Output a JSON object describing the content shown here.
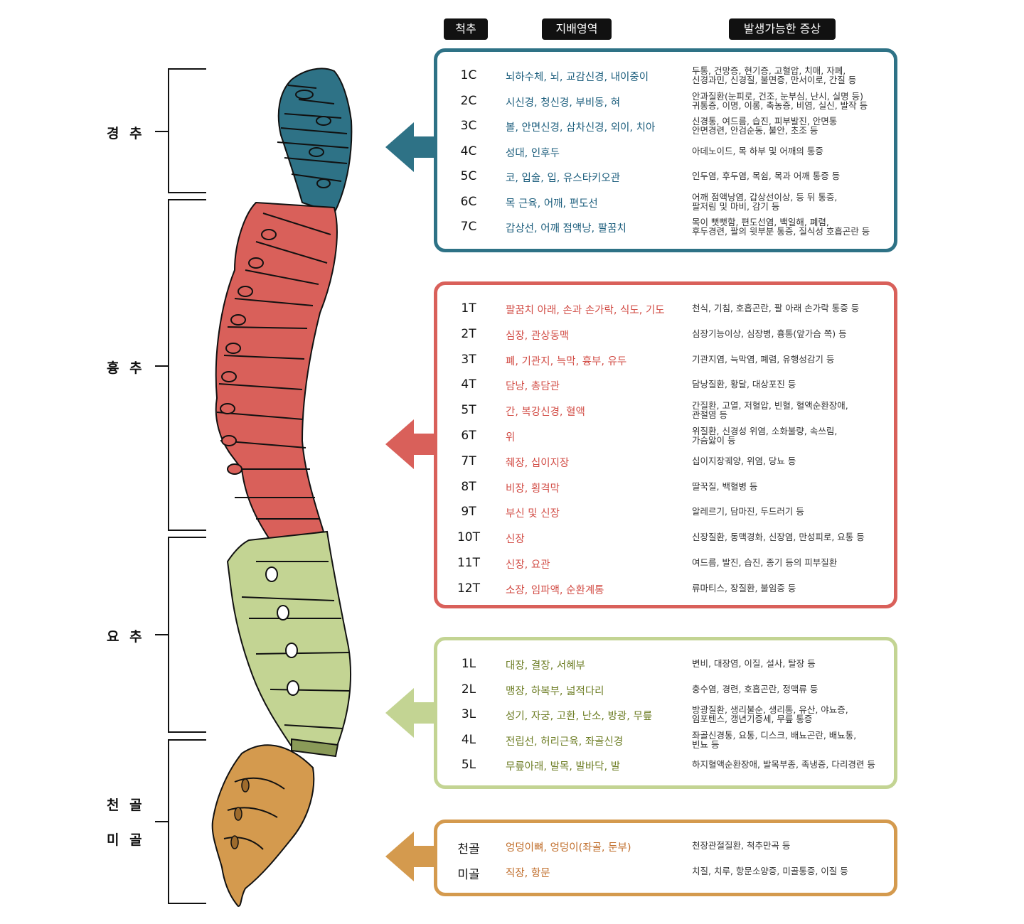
{
  "headers": {
    "spine": "척추",
    "area": "지배영역",
    "symptoms": "발생가능한 증상"
  },
  "region_labels": {
    "cervical": "경 추",
    "thoracic": "흉 추",
    "lumbar": "요 추",
    "sacrum": "천 골",
    "coccyx": "미 골"
  },
  "colors": {
    "cervical": "#2e7286",
    "thoracic": "#d9605a",
    "lumbar": "#c3d493",
    "sacral": "#d49a4e",
    "cervical_text": "#1b5d7c",
    "thoracic_text": "#d24d46",
    "lumbar_text": "#6d7d24",
    "sacral_text": "#c06d2a"
  },
  "panels": {
    "cervical": [
      {
        "code": "1C",
        "area": "뇌하수체, 뇌, 교감신경, 내이중이",
        "symptoms": "두통, 건망증, 현기증, 고혈압, 치매, 자폐,\n신경과민, 신경질, 불면증, 만서이로, 간질 등"
      },
      {
        "code": "2C",
        "area": "시신경, 청신경, 부비동, 혀",
        "symptoms": "안과질환(눈피로, 건조, 눈부심, 난시, 실명 등)\n귀통증, 이명, 이롱, 축농증, 비염, 실신, 발작 등"
      },
      {
        "code": "3C",
        "area": "볼, 안면신경, 삼차신경, 외이, 치아",
        "symptoms": "신경통, 여드름, 습진, 피부발진, 안면통\n안면경련, 안검순동, 불안, 초조 등"
      },
      {
        "code": "4C",
        "area": "성대, 인후두",
        "symptoms": "아데노이드, 목 하부 및 어깨의 통증"
      },
      {
        "code": "5C",
        "area": "코, 입술, 입, 유스타키오관",
        "symptoms": "인두염, 후두염, 목쉼, 목과 어깨 통증 등"
      },
      {
        "code": "6C",
        "area": "목 근육, 어깨, 편도선",
        "symptoms": "어깨 점액낭염, 갑상선이상, 등 뒤 통증,\n팔저림 및 마비, 감기 등"
      },
      {
        "code": "7C",
        "area": "갑상선, 어깨 점액낭, 팔꿈치",
        "symptoms": "목이 뻣뻣함, 편도선염, 백일해, 폐렴,\n후두경련, 팔의 윗부분 통증, 질식성 호흡곤란 등"
      }
    ],
    "thoracic": [
      {
        "code": "1T",
        "area": "팔꿈치 아래, 손과 손가락, 식도, 기도",
        "symptoms": "천식, 기침, 호흡곤란, 팔 아래 손가락 통증 등"
      },
      {
        "code": "2T",
        "area": "심장, 관상동맥",
        "symptoms": "심장기능이상, 심장병, 흉통(앞가슴 쪽) 등"
      },
      {
        "code": "3T",
        "area": "폐, 기관지, 늑막, 흉부, 유두",
        "symptoms": "기관지염, 늑막염, 폐렴, 유행성감기 등"
      },
      {
        "code": "4T",
        "area": "담낭, 총담관",
        "symptoms": "담낭질환, 황달, 대상포진 등"
      },
      {
        "code": "5T",
        "area": "간, 복강신경, 혈액",
        "symptoms": "간질환, 고열, 저혈압, 빈혈, 혈액순환장애,\n관절염 등"
      },
      {
        "code": "6T",
        "area": "위",
        "symptoms": "위질환, 신경성 위염, 소화불량, 속쓰림,\n가슴앓이 등"
      },
      {
        "code": "7T",
        "area": "췌장, 십이지장",
        "symptoms": "십이지장궤양, 위염, 당뇨 등"
      },
      {
        "code": "8T",
        "area": "비장, 횡격막",
        "symptoms": "딸꾹질, 백혈병 등"
      },
      {
        "code": "9T",
        "area": "부신 및 신장",
        "symptoms": "알레르기, 담마진, 두드러기 등"
      },
      {
        "code": "10T",
        "area": "신장",
        "symptoms": "신장질환, 동맥경화, 신장염, 만성피로, 요통 등"
      },
      {
        "code": "11T",
        "area": "신장, 요관",
        "symptoms": "여드름, 발진, 습진, 종기 등의 피부질환"
      },
      {
        "code": "12T",
        "area": "소장, 임파액, 순환계통",
        "symptoms": "류마티스, 장질환, 불임증 등"
      }
    ],
    "lumbar": [
      {
        "code": "1L",
        "area": "대장, 결장, 서혜부",
        "symptoms": "변비, 대장염, 이질, 설사, 탈장 등"
      },
      {
        "code": "2L",
        "area": "맹장, 하복부, 넓적다리",
        "symptoms": "충수염, 경련, 호흡곤란, 정맥류 등"
      },
      {
        "code": "3L",
        "area": "성기, 자궁, 고환, 난소, 방광, 무릎",
        "symptoms": "방광질환, 생리불순, 생리통, 유산, 야뇨증,\n임포텐스, 갱년기증세, 무릎 통증"
      },
      {
        "code": "4L",
        "area": "전립선, 허리근육, 좌골신경",
        "symptoms": "좌골신경통, 요통, 디스크, 배뇨곤란, 배뇨통,\n빈뇨 등"
      },
      {
        "code": "5L",
        "area": "무릎아래, 발목, 발바닥, 발",
        "symptoms": "하지혈액순환장애, 발목부종, 족냉증, 다리경련 등"
      }
    ],
    "sacral": [
      {
        "code": "천골",
        "area": "엉덩이뼈, 엉덩이(좌골, 둔부)",
        "symptoms": "천장관절질환, 척추만곡 등"
      },
      {
        "code": "미골",
        "area": "직장, 항문",
        "symptoms": "치질, 치루, 항문소양증, 미골통증, 이질 등"
      }
    ]
  }
}
